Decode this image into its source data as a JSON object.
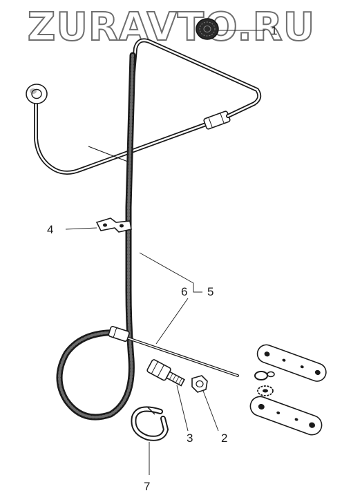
{
  "watermark": {
    "text": "ZURAVTO.RU"
  },
  "callouts": {
    "c1": "1",
    "c2": "2",
    "c3": "3",
    "c4": "4",
    "c5": "5",
    "c6": "6",
    "c7": "7"
  }
}
